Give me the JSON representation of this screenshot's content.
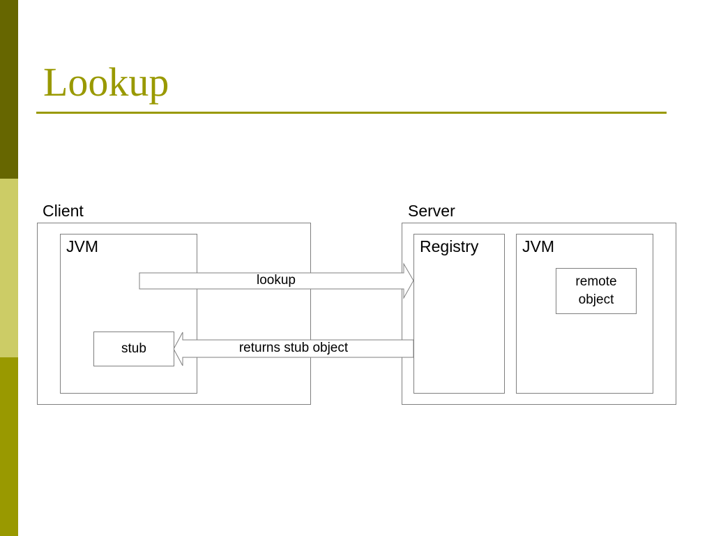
{
  "colors": {
    "bar_top": "#666600",
    "bar_mid": "#cccc66",
    "bar_bot": "#999900",
    "title": "#999900",
    "rule": "#999900",
    "border": "#7f7f7f"
  },
  "title": "Lookup",
  "diagram": {
    "client_label": "Client",
    "server_label": "Server",
    "client_jvm_label": "JVM",
    "stub_label": "stub",
    "registry_label": "Registry",
    "server_jvm_label": "JVM",
    "remote_object_label": "remote object",
    "lookup_arrow_label": "lookup",
    "returns_arrow_label": "returns stub object"
  }
}
